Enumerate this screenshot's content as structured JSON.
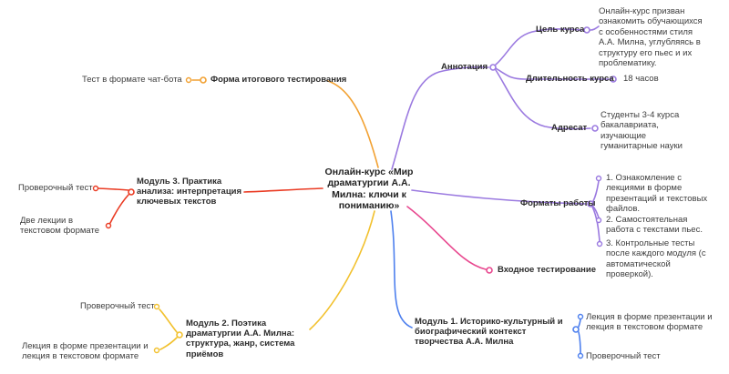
{
  "colors": {
    "purple": "#9B7AE0",
    "pink": "#E8488F",
    "blue": "#4E80EE",
    "yellow": "#F2C12E",
    "red": "#EA3B23",
    "orange": "#F2A132"
  },
  "nodes": {
    "center": {
      "label": "Онлайн-курс «Мир драматургии А.А. Милна: ключи к пониманию»"
    },
    "annotation": {
      "label": "Аннотация",
      "goal": {
        "label": "Цель курса",
        "text": "Онлайн-курс призван ознакомить обучающихся с особенностями стиля А.А. Милна, углубляясь в структуру его пьес и их проблематику."
      },
      "duration": {
        "label": "Длительность курса",
        "value": "18 часов"
      },
      "audience": {
        "label": "Адресат",
        "text": "Студенты 3-4 курса бакалавриата, изучающие гуманитарные науки"
      }
    },
    "formats": {
      "label": "Форматы работы",
      "items": [
        "1. Ознакомление с лекциями в форме презентаций и текстовых файлов.",
        "2. Самостоятельная работа с текстами пьес.",
        "3. Контрольные тесты после каждого модуля (с автоматической проверкой)."
      ]
    },
    "entrance": {
      "label": "Входное тестирование"
    },
    "module1": {
      "label": "Модуль 1. Историко-культурный и биографический контекст творчества А.А. Милна",
      "children": [
        "Лекция в форме презентации и лекция в текстовом формате",
        "Проверочный тест"
      ]
    },
    "module2": {
      "label": "Модуль 2. Поэтика драматургии А.А. Милна: структура, жанр, система приёмов",
      "children": [
        "Проверочный тест",
        "Лекция в форме презентации и лекция в текстовом формате"
      ]
    },
    "module3": {
      "label": "Модуль 3. Практика анализа: интерпретация ключевых текстов",
      "children": [
        "Проверочный тест",
        "Две лекции в текстовом формате"
      ]
    },
    "final": {
      "label": "Форма итогового тестирования",
      "children": [
        "Тест в формате чат-бота"
      ]
    }
  }
}
